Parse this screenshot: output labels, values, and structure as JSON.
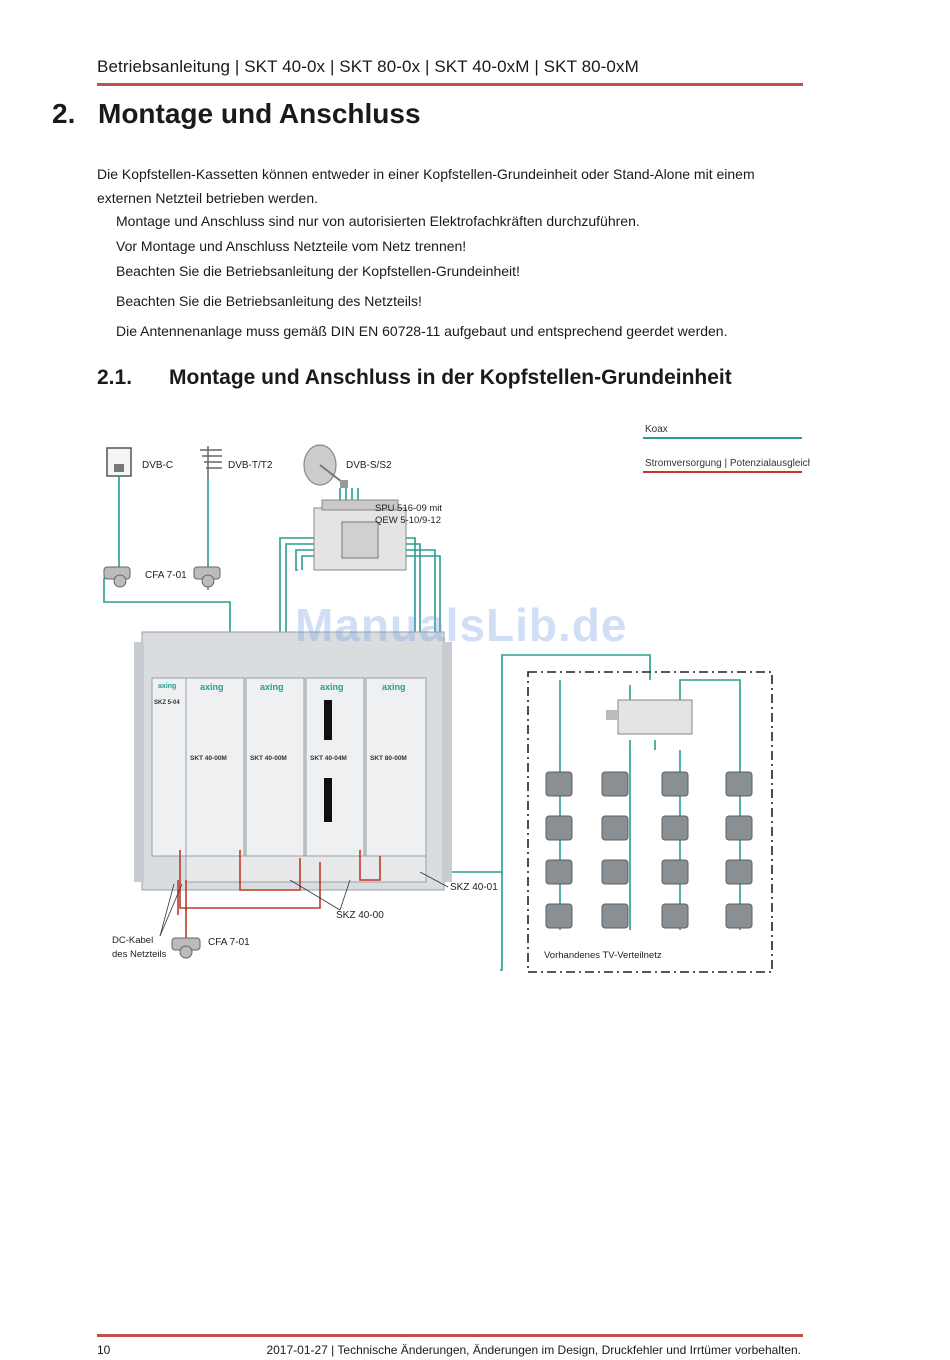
{
  "header": {
    "title": "Betriebsanleitung | SKT 40-0x | SKT 80-0x | SKT 40-0xM | SKT 80-0xM"
  },
  "section": {
    "number": "2.",
    "title": "Montage und Anschluss"
  },
  "intro": "Die Kopfstellen-Kassetten können entweder in einer Kopfstellen-Grundeinheit oder Stand-Alone mit einem externen Netzteil betrieben werden.",
  "notes": [
    "Montage und Anschluss sind nur von autorisierten Elektrofachkräften durchzuführen.",
    "Vor Montage und Anschluss Netzteile vom Netz trennen!",
    "Beachten Sie die Betriebsanleitung der Kopfstellen-Grundeinheit!",
    "Beachten Sie die Betriebsanleitung des Netzteils!",
    "Die Antennenanlage muss gemäß DIN EN 60728-11 aufgebaut und entsprechend geerdet werden."
  ],
  "subsection": {
    "number": "2.1.",
    "title": "Montage und Anschluss in der Kopfstellen-Grundeinheit"
  },
  "diagram": {
    "legend": {
      "coax": "Koax",
      "power": "Stromversorgung | Potenzialausgleich"
    },
    "labels": {
      "dvbc": "DVB-C",
      "dvbt": "DVB-T/T2",
      "dvbs": "DVB-S/S2",
      "spu_line1": "SPU 516-09 mit",
      "spu_line2": "QEW 5-10/9-12",
      "cfa_top": "CFA 7-01",
      "cfa_bottom": "CFA 7-01",
      "skz4001": "SKZ 40-01",
      "skz4000": "SKZ 40-00",
      "dc_line1": "DC-Kabel",
      "dc_line2": "des Netzteils",
      "network": "Vorhandenes TV-Verteilnetz"
    },
    "modules": [
      {
        "brand": "axing",
        "name": "SKZ 5-04"
      },
      {
        "brand": "axing",
        "name": "SKT 40-00M"
      },
      {
        "brand": "axing",
        "name": "SKT 40-00M"
      },
      {
        "brand": "axing",
        "name": "SKT 40-04M"
      },
      {
        "brand": "axing",
        "name": "SKT 80-00M"
      }
    ],
    "colors": {
      "coax": "#2a9d8f",
      "power": "#c0392b",
      "frame": "#d9dde0",
      "module": "#eef0f2"
    }
  },
  "watermark": "ManualsLib.de",
  "footer": {
    "page": "10",
    "note": "2017-01-27 | Technische Änderungen, Änderungen im Design, Druckfehler und Irrtümer vorbehalten."
  }
}
